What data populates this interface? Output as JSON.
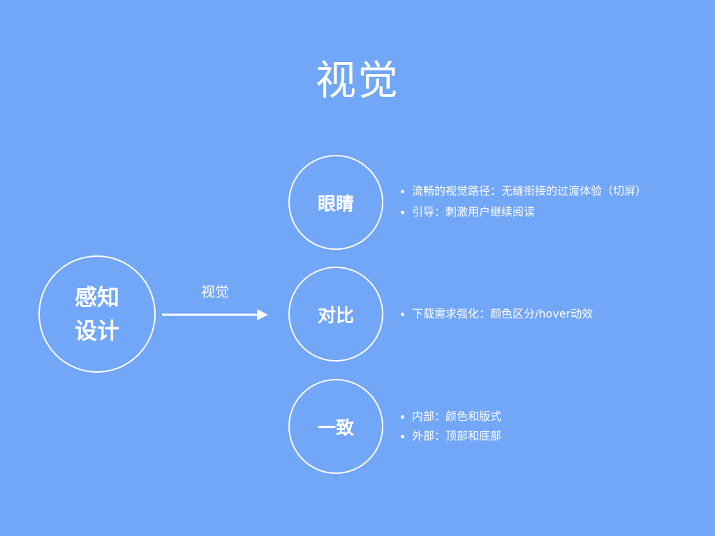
{
  "title": "视觉",
  "colors": {
    "background": "#72A6F6",
    "foreground": "#FFFFFF"
  },
  "main_node": {
    "line1": "感知",
    "line2": "设计"
  },
  "edge_label": "视觉",
  "branches": [
    {
      "label": "眼睛",
      "bullets": [
        "流畅的视觉路径：无缝衔接的过渡体验（切屏）",
        "引导：刺激用户继续阅读"
      ]
    },
    {
      "label": "对比",
      "bullets": [
        "下载需求强化：颜色区分/hover动效"
      ]
    },
    {
      "label": "一致",
      "bullets": [
        "内部：颜色和版式",
        "外部：顶部和底部"
      ]
    }
  ]
}
